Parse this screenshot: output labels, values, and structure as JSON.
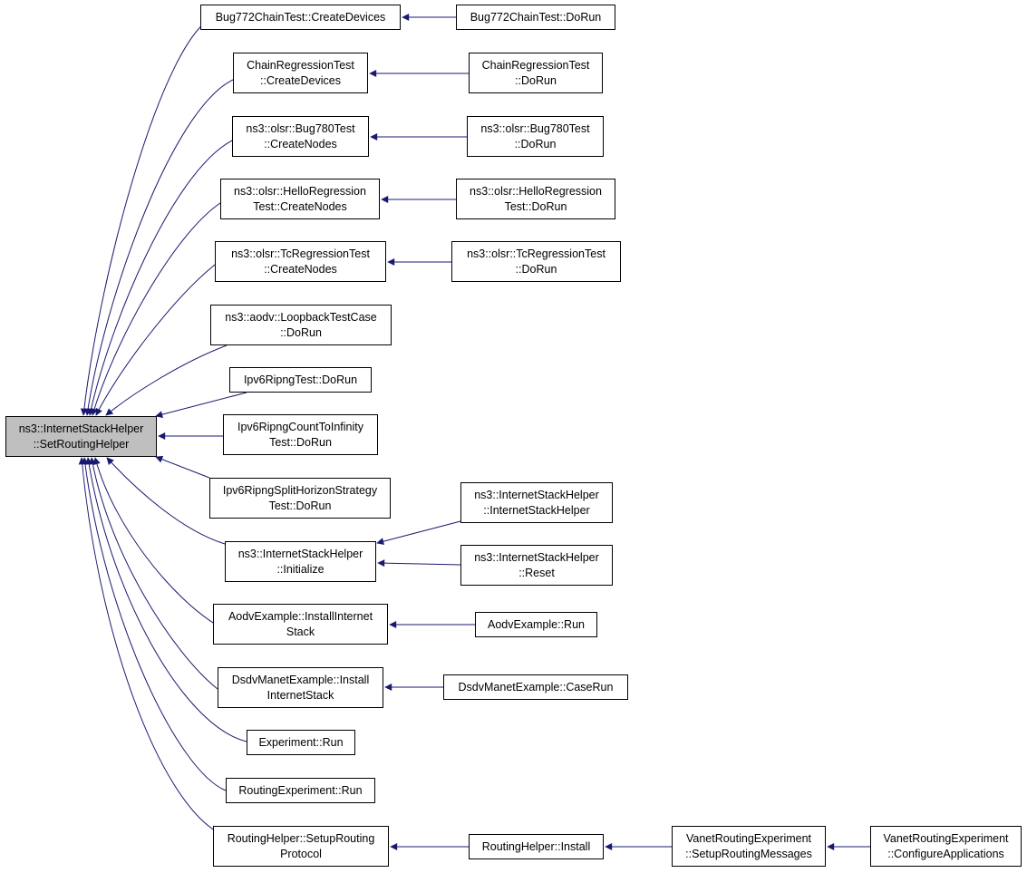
{
  "nodes": {
    "root": [
      "ns3::InternetStackHelper",
      "::SetRoutingHelper"
    ],
    "bug772_create": [
      "Bug772ChainTest::CreateDevices"
    ],
    "bug772_run": [
      "Bug772ChainTest::DoRun"
    ],
    "chain_create": [
      "ChainRegressionTest",
      "::CreateDevices"
    ],
    "chain_run": [
      "ChainRegressionTest",
      "::DoRun"
    ],
    "bug780_create": [
      "ns3::olsr::Bug780Test",
      "::CreateNodes"
    ],
    "bug780_run": [
      "ns3::olsr::Bug780Test",
      "::DoRun"
    ],
    "hello_create": [
      "ns3::olsr::HelloRegression",
      "Test::CreateNodes"
    ],
    "hello_run": [
      "ns3::olsr::HelloRegression",
      "Test::DoRun"
    ],
    "tc_create": [
      "ns3::olsr::TcRegressionTest",
      "::CreateNodes"
    ],
    "tc_run": [
      "ns3::olsr::TcRegressionTest",
      "::DoRun"
    ],
    "aodv_loopback": [
      "ns3::aodv::LoopbackTestCase",
      "::DoRun"
    ],
    "ipv6ripng": [
      "Ipv6RipngTest::DoRun"
    ],
    "ipv6count": [
      "Ipv6RipngCountToInfinity",
      "Test::DoRun"
    ],
    "ipv6split": [
      "Ipv6RipngSplitHorizonStrategy",
      "Test::DoRun"
    ],
    "ish_initialize": [
      "ns3::InternetStackHelper",
      "::Initialize"
    ],
    "ish_ctor": [
      "ns3::InternetStackHelper",
      "::InternetStackHelper"
    ],
    "ish_reset": [
      "ns3::InternetStackHelper",
      "::Reset"
    ],
    "aodv_install": [
      "AodvExample::InstallInternet",
      "Stack"
    ],
    "aodv_run": [
      "AodvExample::Run"
    ],
    "dsdv_install": [
      "DsdvManetExample::Install",
      "InternetStack"
    ],
    "dsdv_caserun": [
      "DsdvManetExample::CaseRun"
    ],
    "experiment_run": [
      "Experiment::Run"
    ],
    "routing_exp_run": [
      "RoutingExperiment::Run"
    ],
    "rh_setup": [
      "RoutingHelper::SetupRouting",
      "Protocol"
    ],
    "rh_install": [
      "RoutingHelper::Install"
    ],
    "vanet_setup": [
      "VanetRoutingExperiment",
      "::SetupRoutingMessages"
    ],
    "vanet_config": [
      "VanetRoutingExperiment",
      "::ConfigureApplications"
    ]
  },
  "colors": {
    "edge": "#191970",
    "root_fill": "#bfbfbf"
  }
}
